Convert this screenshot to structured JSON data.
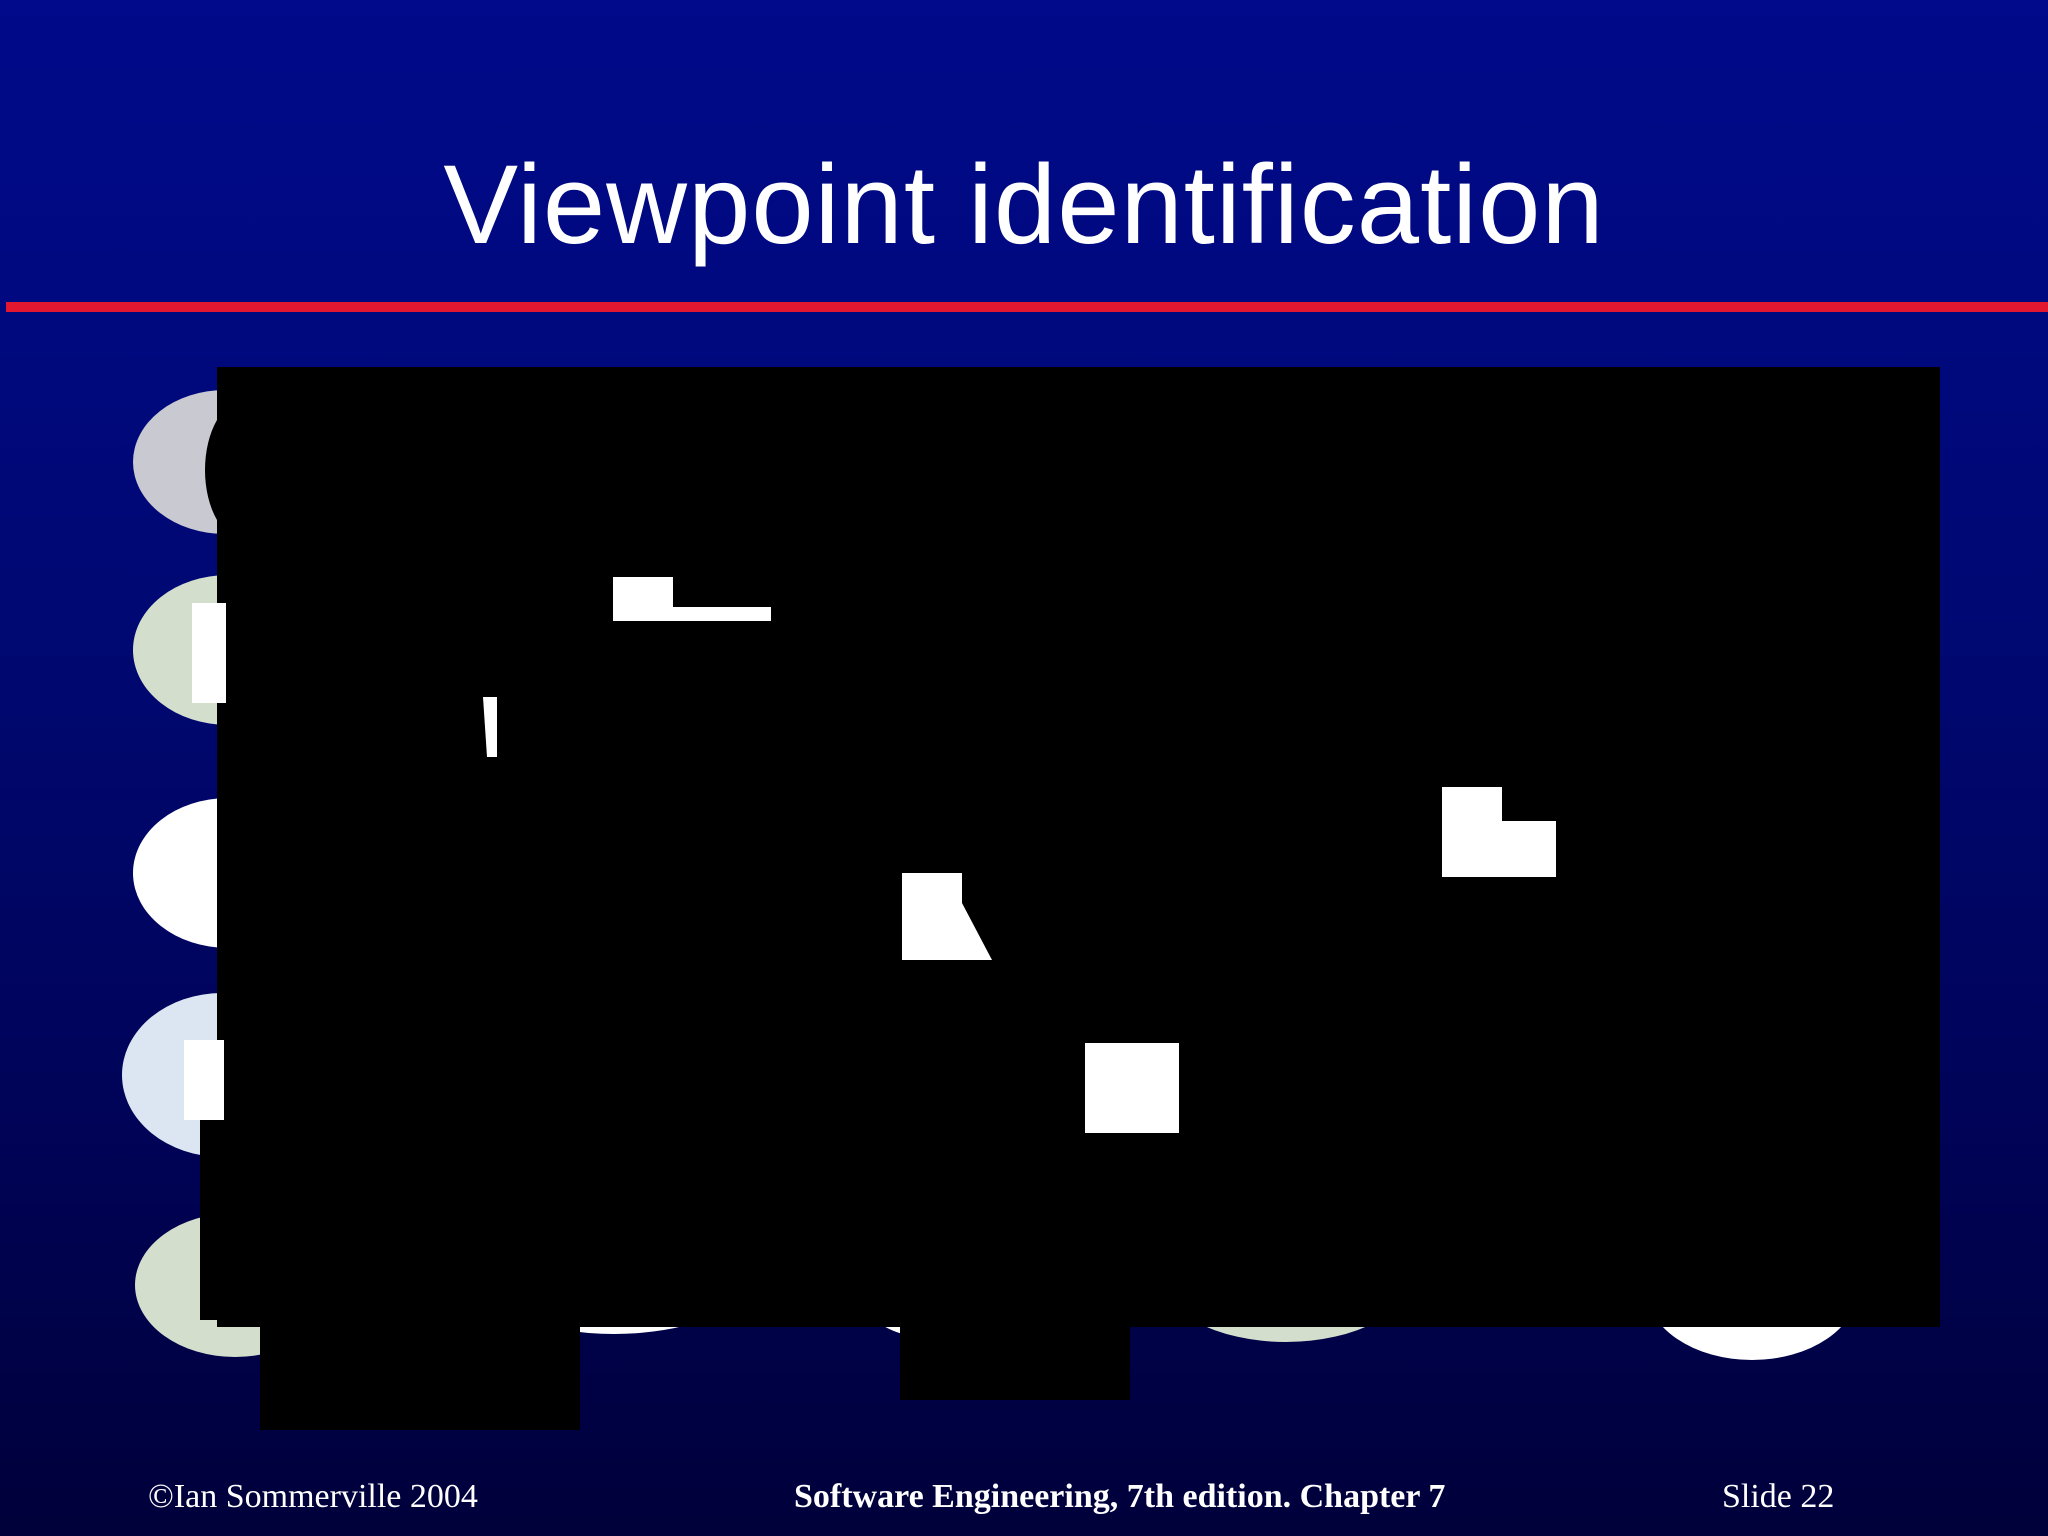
{
  "slide": {
    "title": "Viewpoint identification"
  },
  "footer": {
    "copyright": "©Ian Sommerville 2004",
    "book": "Software Engineering, 7th edition. Chapter 7",
    "slide_label": "Slide  22"
  },
  "colors": {
    "background_top": "#000a8a",
    "background_bottom": "#00003a",
    "rule": "#e3172f",
    "obscuring_block": "#000000",
    "ellipse_grey": "#c9c9d1",
    "ellipse_green": "#d3dfcc",
    "ellipse_blue": "#dbe6f2",
    "ellipse_white": "#ffffff"
  }
}
